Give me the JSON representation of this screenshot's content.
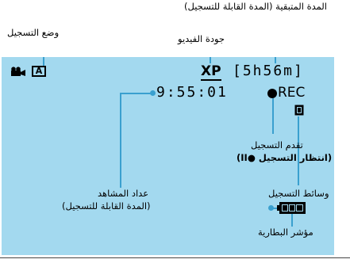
{
  "callouts": {
    "remaining_time": "المدة المتبقية (المدة القابلة للتسجيل)",
    "recording_mode": "وضع التسجيل",
    "video_quality": "جودة الفيديو",
    "recording_progress_line1": "تقدم التسجيل",
    "recording_progress_line2": "(انتظار التسجيل ●II)",
    "scene_counter_line1": "عداد المشاهد",
    "scene_counter_line2": "(المدة القابلة للتسجيل)",
    "recording_media": "وسائط التسجيل",
    "battery_indicator": "مؤشر البطارية"
  },
  "osd": {
    "mode_letter": "A",
    "quality": "XP",
    "remaining": "[5h56m]",
    "counter": "9:55:01",
    "rec_label": "REC"
  },
  "colors": {
    "screen_bg": "#a3d9ef",
    "callout_line": "#3aa0cf",
    "osd_text": "#000000"
  }
}
